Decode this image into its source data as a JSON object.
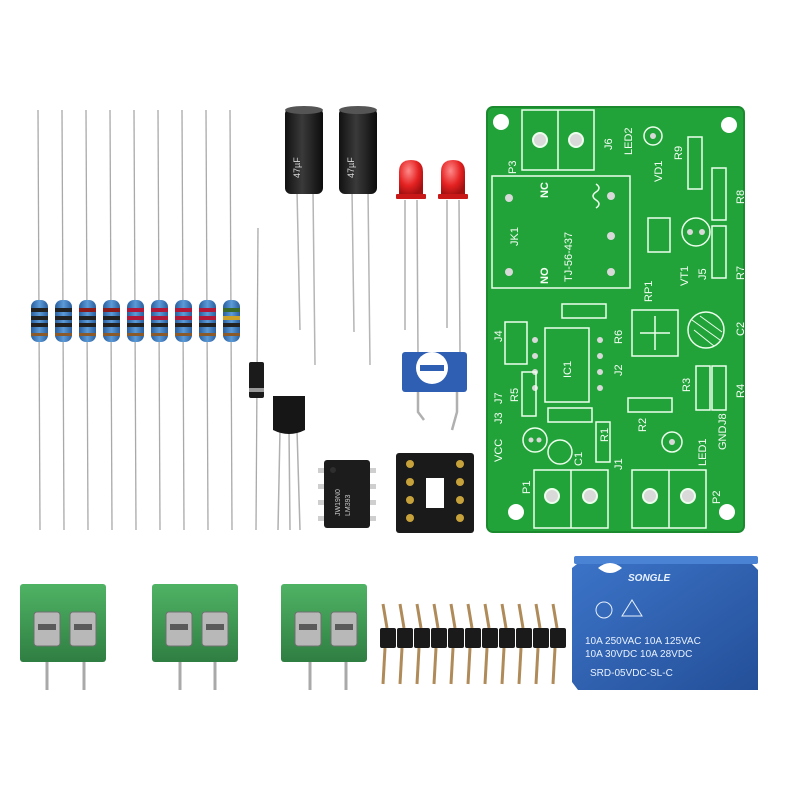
{
  "pcb": {
    "labels": {
      "p3": "P3",
      "j6": "J6",
      "led2": "LED2",
      "vd1": "VD1",
      "r9": "R9",
      "r8": "R8",
      "jk1": "JK1",
      "nc": "NC",
      "no": "NO",
      "relay_model": "TJ-56-437",
      "rp1": "RP1",
      "vt1": "VT1",
      "j5": "J5",
      "r7": "R7",
      "j4": "J4",
      "ic1": "IC1",
      "j2": "J2",
      "r6": "R6",
      "c2": "C2",
      "j3": "J3",
      "j7": "J7",
      "r5": "R5",
      "r3": "R3",
      "r4": "R4",
      "r1": "R1",
      "r2": "R2",
      "vcc": "VCC",
      "c1": "C1",
      "j1": "J1",
      "led1": "LED1",
      "gnd": "GND",
      "j8": "J8",
      "p1": "P1",
      "p2": "P2"
    }
  },
  "capacitors": {
    "label": "47µF"
  },
  "ic_chip": {
    "line1": "LM393",
    "line2": "JW19N0"
  },
  "relay": {
    "brand": "SONGLE",
    "rating1": "10A 250VAC  10A 125VAC",
    "rating2": "10A   30VDC  10A   28VDC",
    "model": "SRD-05VDC-SL-C"
  },
  "colors": {
    "pcb_green": "#22a33a",
    "terminal_green": "#3f9b55",
    "relay_blue": "#2f64b8",
    "resistor_blue": "#3f7fc4",
    "led_red": "#e52222"
  }
}
